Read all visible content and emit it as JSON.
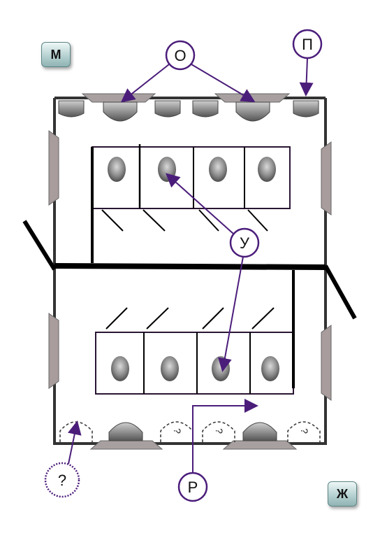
{
  "signs": {
    "men": "М",
    "women": "Ж"
  },
  "callouts": {
    "o": "О",
    "p": "П",
    "u": "У",
    "r": "Р",
    "question": "?"
  },
  "hidden_fixture_mark": "?",
  "colors": {
    "wall": "#333333",
    "purple": "#4b1d7a",
    "fixture_gray": "#9a9a9a",
    "fixture_dark": "#555555",
    "door_fill": "#a89c9c"
  }
}
